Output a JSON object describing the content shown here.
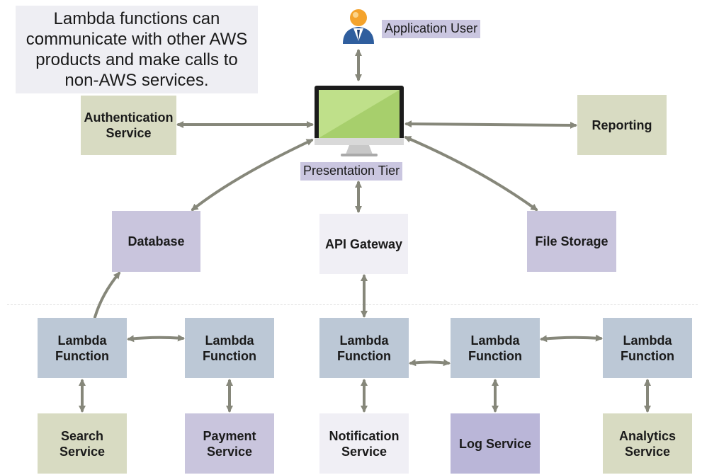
{
  "note": "Lambda functions can\ncommunicate with other AWS\nproducts and make calls to\nnon-AWS services.",
  "labels": {
    "user": "Application User",
    "presentation": "Presentation Tier"
  },
  "boxes": {
    "auth": "Authentication\nService",
    "reporting": "Reporting",
    "database": "Database",
    "api_gateway": "API Gateway",
    "file_storage": "File Storage",
    "lambda1": "Lambda\nFunction",
    "lambda2": "Lambda\nFunction",
    "lambda3": "Lambda\nFunction",
    "lambda4": "Lambda\nFunction",
    "lambda5": "Lambda\nFunction",
    "search": "Search\nService",
    "payment": "Payment\nService",
    "notification": "Notification\nService",
    "log": "Log Service",
    "analytics": "Analytics\nService"
  },
  "colors": {
    "arrow": "#86877a",
    "service_green": "#d8dbc2",
    "purple": "#c9c5dd",
    "lambda_blue": "#bcc8d6",
    "monitor_screen": "#a7cf6c"
  },
  "icons": [
    "user-icon",
    "monitor-icon"
  ]
}
